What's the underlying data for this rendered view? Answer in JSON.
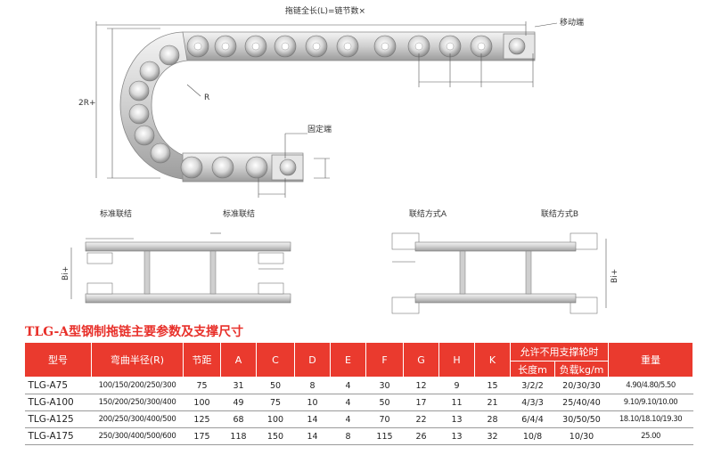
{
  "top_diagram": {
    "total_length_label": "拖链全长(L)=链节数×",
    "moving_end_label": "移动端",
    "fixed_end_label": "固定端",
    "radius_label": "R",
    "height_label": "2R+"
  },
  "connection_diagrams": {
    "standard_1": "标准联结",
    "standard_2": "标准联结",
    "method_a": "联结方式A",
    "method_b": "联结方式B",
    "bi_label": "Bi+"
  },
  "spec_table": {
    "title": "TLG-A型钢制拖链主要参数及支撑尺寸",
    "headers": {
      "model": "型号",
      "bend_radius": "弯曲半径(R)",
      "pitch": "节距",
      "a": "A",
      "c": "C",
      "d": "D",
      "e": "E",
      "f": "F",
      "g": "G",
      "h": "H",
      "k": "K",
      "unsupported": "允许不用支撑轮时",
      "length": "长度m",
      "load": "负载kg/m",
      "weight": "重量"
    },
    "rows": [
      {
        "model": "TLG-A75",
        "radius": "100/150/200/250/300",
        "pitch": "75",
        "a": "31",
        "c": "50",
        "d": "8",
        "e": "4",
        "f": "30",
        "g": "12",
        "h": "9",
        "k": "15",
        "length": "3/2/2",
        "load": "20/30/30",
        "weight": "4.90/4.80/5.50"
      },
      {
        "model": "TLG-A100",
        "radius": "150/200/250/300/400",
        "pitch": "100",
        "a": "49",
        "c": "75",
        "d": "10",
        "e": "4",
        "f": "50",
        "g": "17",
        "h": "11",
        "k": "21",
        "length": "4/3/3",
        "load": "25/40/40",
        "weight": "9.10/9.10/10.00"
      },
      {
        "model": "TLG-A125",
        "radius": "200/250/300/400/500",
        "pitch": "125",
        "a": "68",
        "c": "100",
        "d": "14",
        "e": "4",
        "f": "70",
        "g": "22",
        "h": "13",
        "k": "28",
        "length": "6/4/4",
        "load": "30/50/50",
        "weight": "18.10/18.10/19.30"
      },
      {
        "model": "TLG-A175",
        "radius": "250/300/400/500/600",
        "pitch": "175",
        "a": "118",
        "c": "150",
        "d": "14",
        "e": "8",
        "f": "115",
        "g": "26",
        "h": "13",
        "k": "32",
        "length": "10/8",
        "load": "10/30",
        "weight": "25.00"
      }
    ]
  }
}
